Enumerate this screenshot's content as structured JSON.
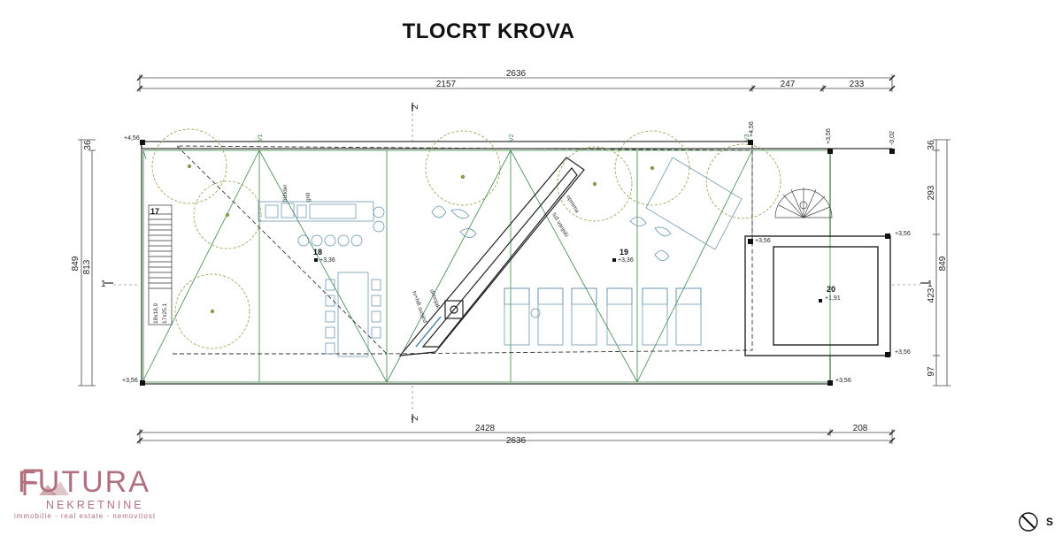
{
  "title": "TLOCRT KROVA",
  "dimensions": {
    "top_total": "2636",
    "top_main": "2157",
    "top_mid": "247",
    "top_right": "233",
    "bottom_main": "2428",
    "bottom_right": "208",
    "bottom_total": "2636",
    "left_top": "36",
    "left_total": "849",
    "left_inner": "813",
    "right_top": "36",
    "right_a": "293",
    "right_b": "423",
    "right_c": "97",
    "right_total": "849"
  },
  "section_marks": {
    "s2_top": "2",
    "s2_bottom": "2",
    "s1_left": "1",
    "s1_right": "1"
  },
  "levels": {
    "tl": "+4,56",
    "bl": "+3,56",
    "top_mid": "+4,56",
    "top_right1": "+3,56",
    "top_right2": "-0,02",
    "pool_tl": "+3,56",
    "pool_tr": "+3,56",
    "pool_br": "+3,56",
    "bottom_right": "+3,56"
  },
  "rooms": {
    "r17": "17",
    "r18": "18",
    "r18_level": "+3,36",
    "r19": "19",
    "r19_level": "+3,36",
    "r20": "20",
    "r20_level": "+1,91"
  },
  "labels": {
    "stairs1": "18x18,9",
    "stairs2": "17x25,1",
    "fridge": "frižider",
    "grill": "grill",
    "equipment": "oprema",
    "shower": "tuš vanjski",
    "dimnjak": "dimnjak",
    "tv": "tv+hifi susjed"
  },
  "grid_marks": {
    "g1": "V1",
    "g2": "V2",
    "g3": "V3"
  },
  "logo": {
    "main": "FUTURA",
    "sub": "NEKRETNINE",
    "tagline": "immobilie - real estate - nemovitost"
  },
  "north": {
    "label": "S"
  },
  "colors": {
    "grid_green": "#3a8a4a",
    "tree_olive": "#9a9a4a",
    "furniture_blue": "#5a8aaa",
    "logo_rose": "#b0707e"
  }
}
